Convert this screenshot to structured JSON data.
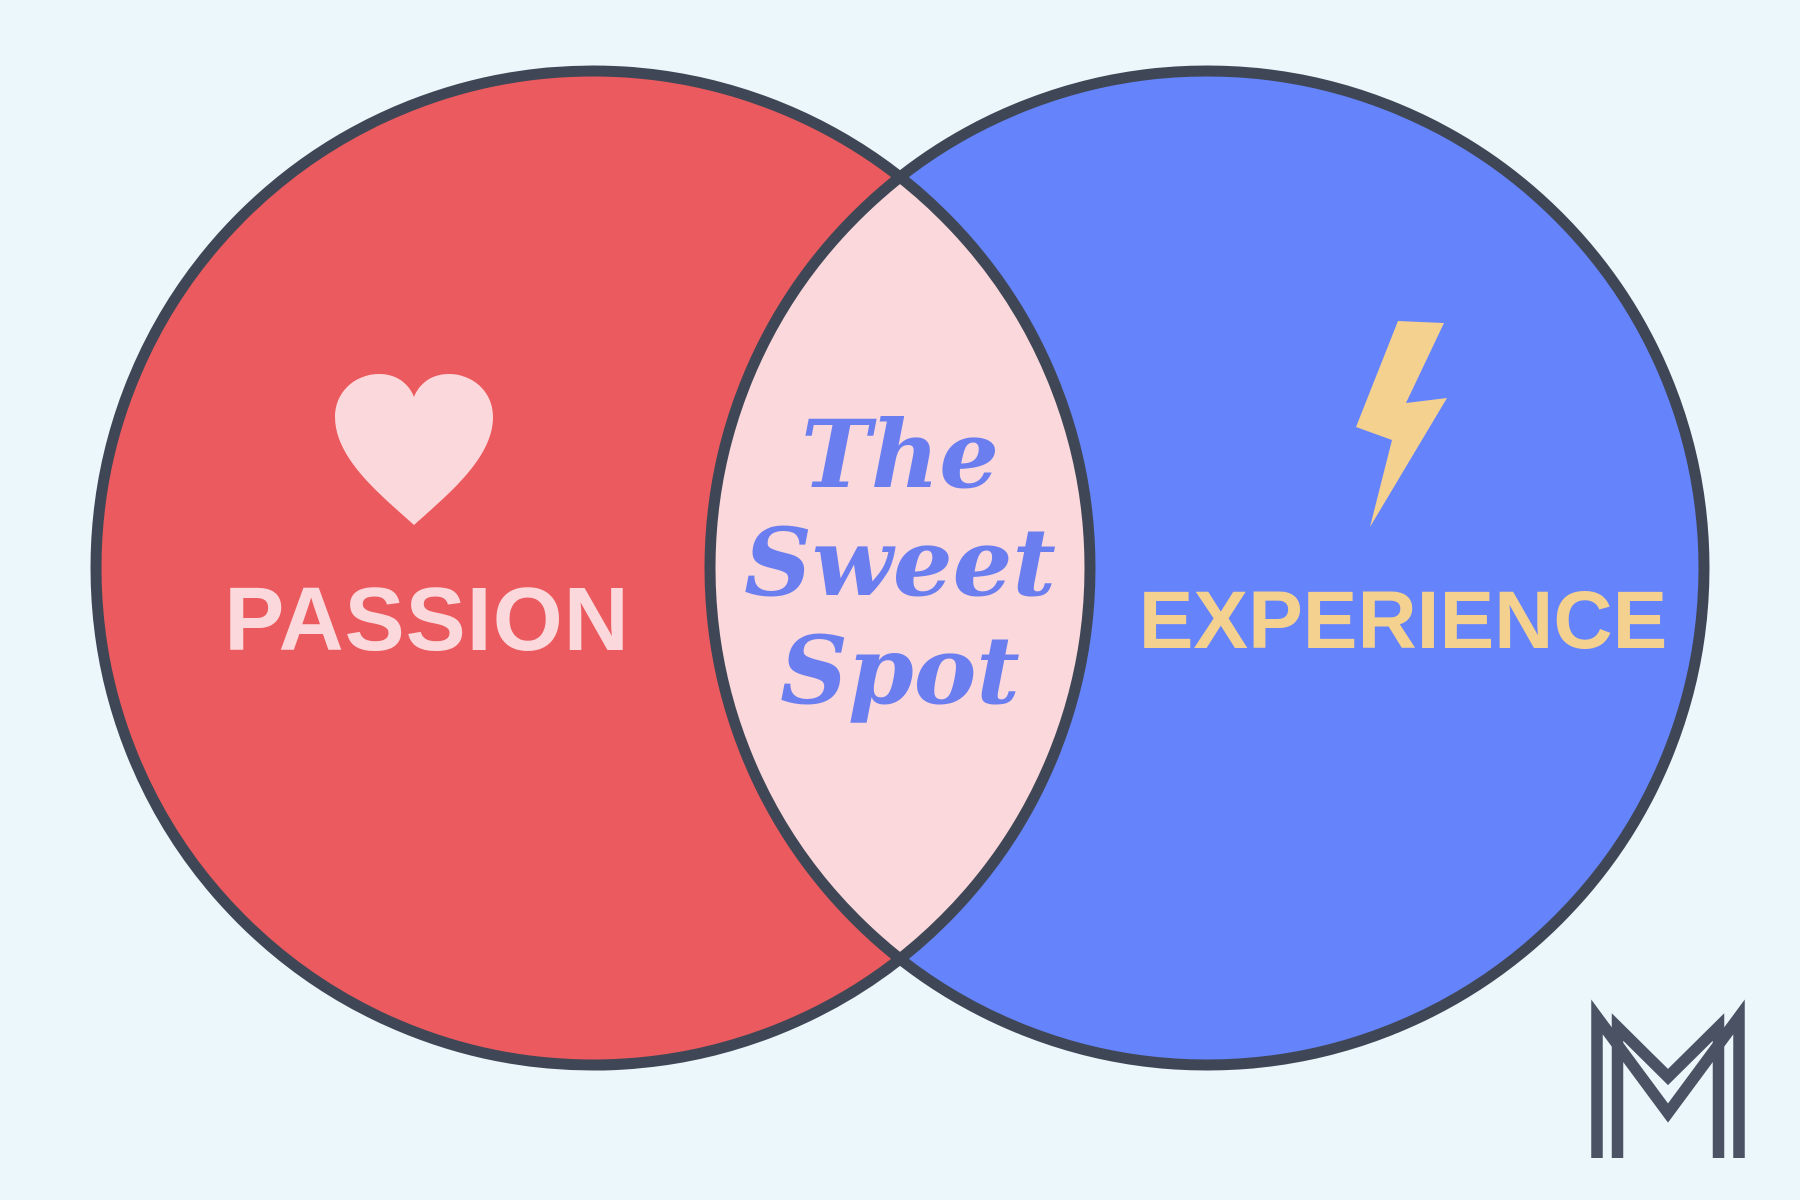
{
  "venn": {
    "background_color": "#ECF7FB",
    "outline_color": "#3F4756",
    "left": {
      "label": "PASSION",
      "fill": "#EB5A5E",
      "label_color": "#FBD8DB",
      "icon": "heart",
      "icon_color": "#FBD8DB"
    },
    "right": {
      "label": "EXPERIENCE",
      "fill": "#6583FA",
      "label_color": "#F5D18F",
      "icon": "lightning-bolt",
      "icon_color": "#F5D18F"
    },
    "overlap": {
      "lines": [
        "The",
        "Sweet",
        "Spot"
      ],
      "fill": "#FBD8DB",
      "text_color": "#6B7EF0"
    }
  },
  "branding": {
    "monogram": "M",
    "color": "#4A5264"
  }
}
